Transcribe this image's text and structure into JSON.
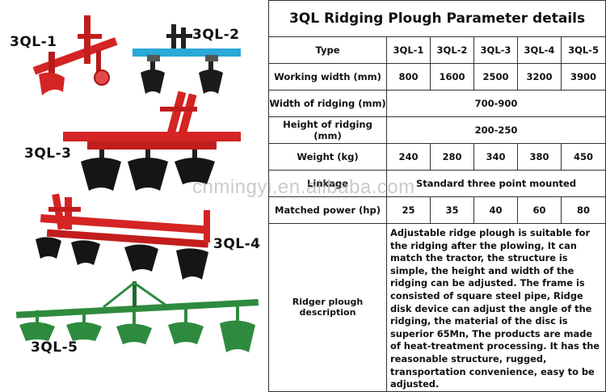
{
  "title": "3QL Ridging Plough Parameter details",
  "models": [
    "3QL-1",
    "3QL-2",
    "3QL-3",
    "3QL-4",
    "3QL-5"
  ],
  "watermark": "cnmingyi.en.alibaba.com",
  "table": {
    "type_label": "Type",
    "rows": [
      {
        "label": "Working width (mm)",
        "values": [
          "800",
          "1600",
          "2500",
          "3200",
          "3900"
        ]
      },
      {
        "label": "Width of ridging (mm)",
        "span": "700-900"
      },
      {
        "label": "Height of ridging (mm)",
        "span": "200-250"
      },
      {
        "label": "Weight (kg)",
        "values": [
          "240",
          "280",
          "340",
          "380",
          "450"
        ]
      },
      {
        "label": "Linkage",
        "span": "Standard three point mounted"
      },
      {
        "label": "Matched power (hp)",
        "values": [
          "25",
          "35",
          "40",
          "60",
          "80"
        ]
      }
    ],
    "description_label": "Ridger plough description",
    "description": "Adjustable ridge plough is suitable for the ridging after the plowing, It can match the tractor, the structure is simple, the height and width of the ridging can be adjusted. The frame is consisted of square steel pipe, Ridge disk device can adjust the angle of the ridging, the material of the disc is superior 65Mn, The products are made of heat-treatment processing. It has the reasonable structure, rugged, transportation convenience, easy to be adjusted."
  },
  "colors": {
    "red": "#d42424",
    "blue": "#2aa8d8",
    "green": "#2e8b3e",
    "black": "#1a1a1a"
  }
}
